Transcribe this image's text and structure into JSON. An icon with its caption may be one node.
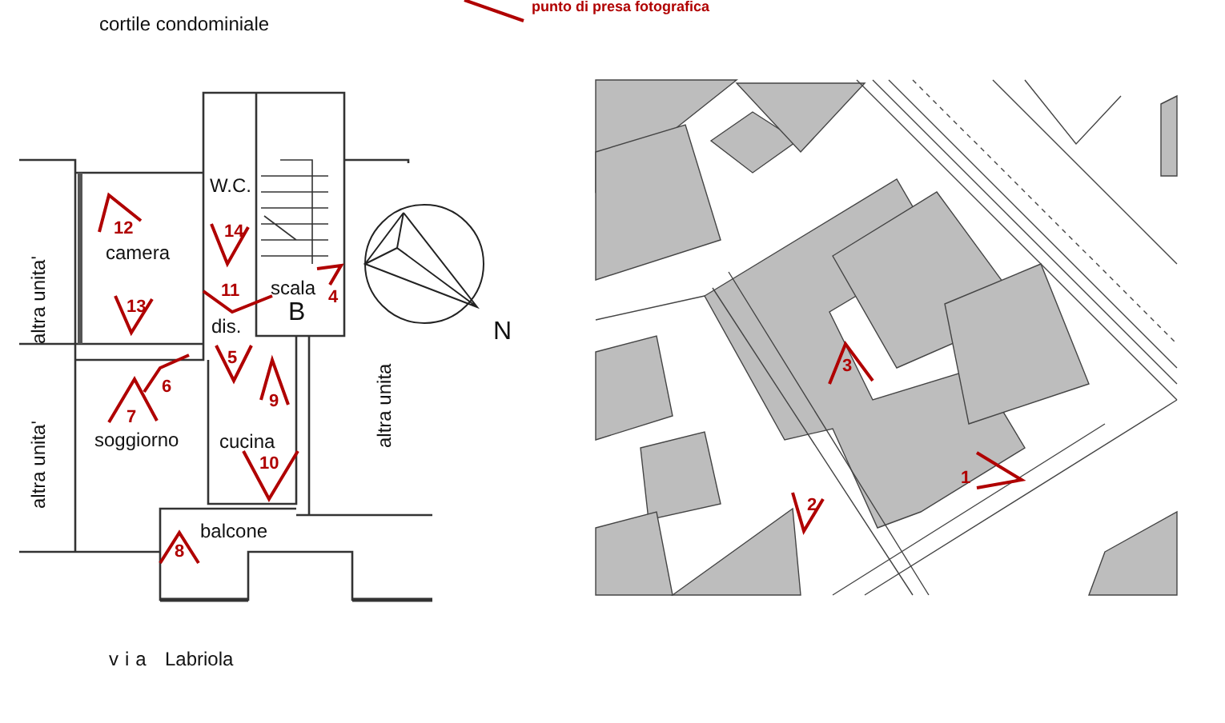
{
  "diagram": {
    "labels": [
      "cortile condominiale",
      "W.C.",
      "12",
      "14",
      "camera",
      "11",
      "scala",
      "4",
      "B",
      "altra unita'",
      "dis.",
      "13",
      "N",
      "5",
      "6",
      "9",
      "7",
      "altra unita",
      "soggiorno",
      "cucina",
      "altra unita'",
      "10",
      "balcone",
      "8",
      "3",
      "2",
      "1",
      "via",
      "Labriola"
    ],
    "legend": [
      {
        "text": "punto di presa fotografica"
      }
    ]
  }
}
